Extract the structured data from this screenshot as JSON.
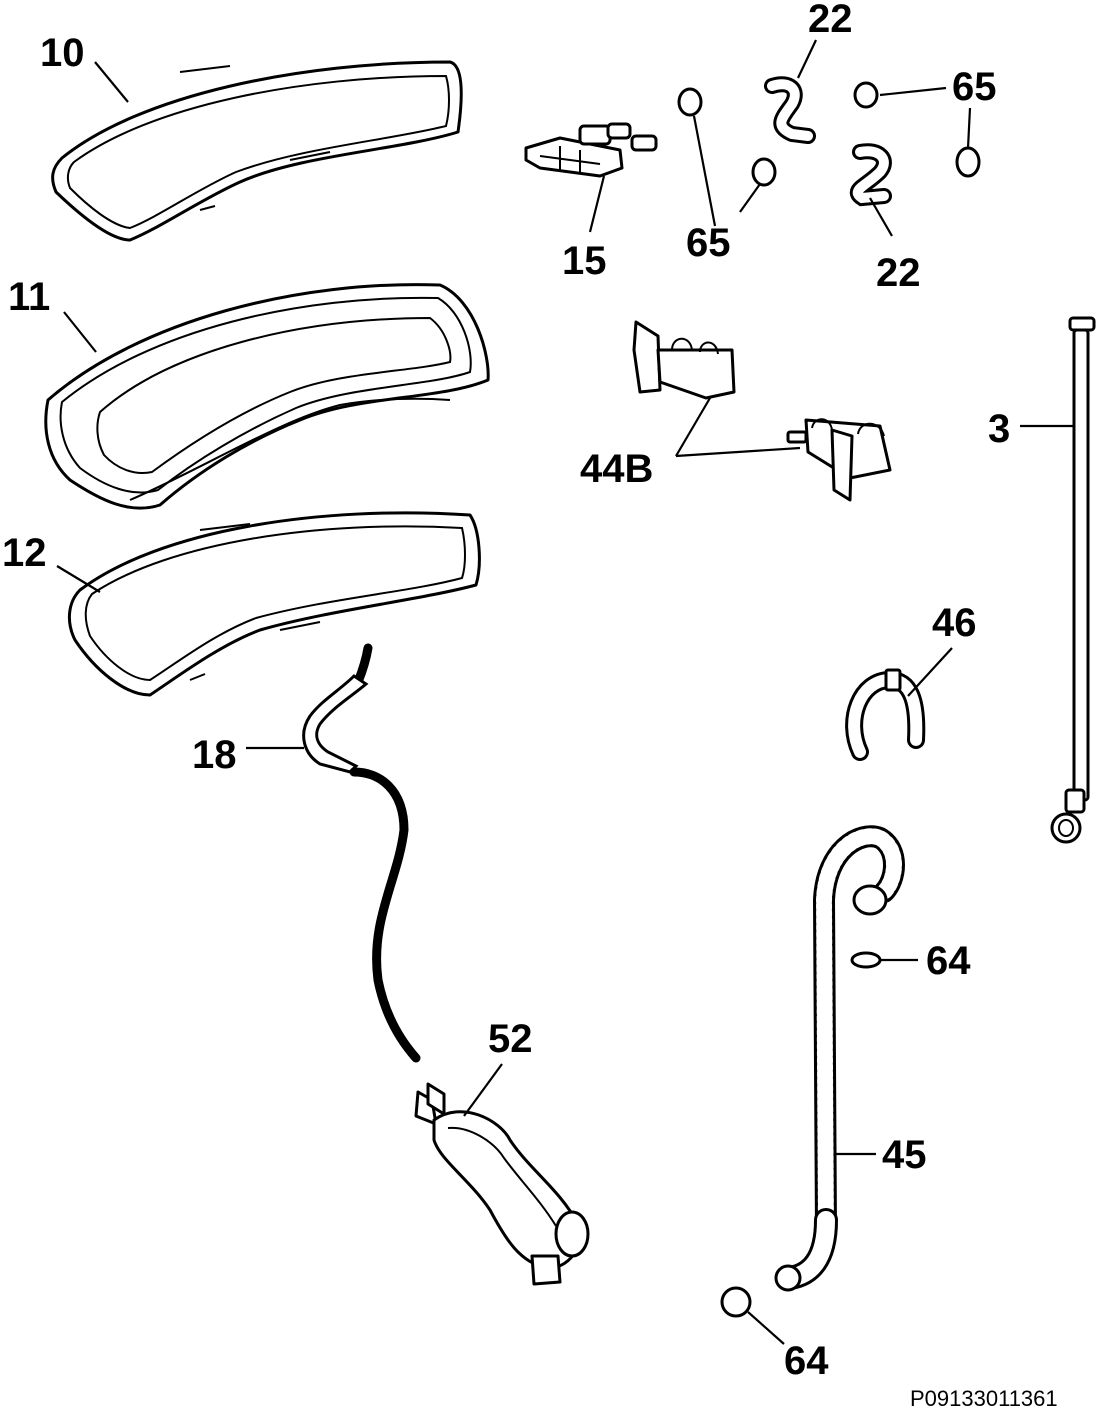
{
  "diagram": {
    "labels": {
      "p10": "10",
      "p11": "11",
      "p12": "12",
      "p18": "18",
      "p15": "15",
      "p22a": "22",
      "p22b": "22",
      "p65a": "65",
      "p65b": "65",
      "p44b": "44B",
      "p3": "3",
      "p46": "46",
      "p52": "52",
      "p64a": "64",
      "p64b": "64",
      "p45": "45"
    },
    "code": "P09133011361"
  }
}
